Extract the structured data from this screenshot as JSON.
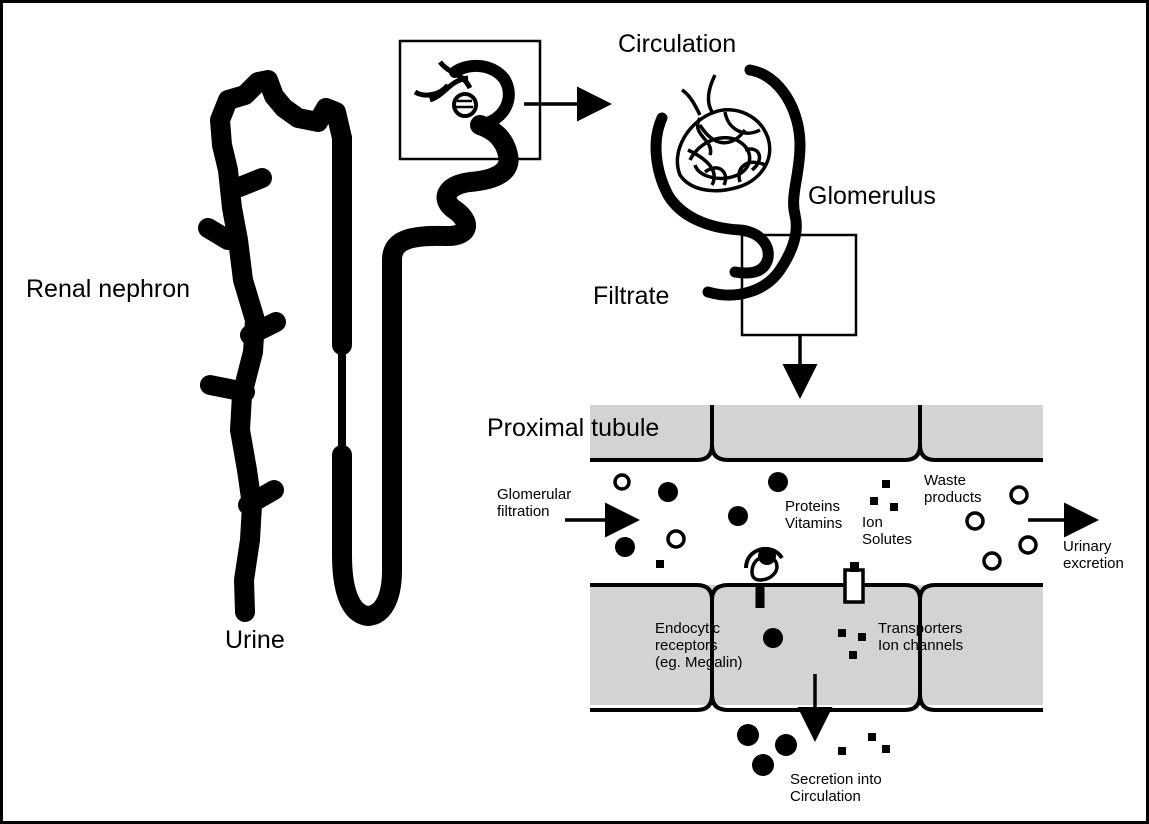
{
  "labels": {
    "circulation": "Circulation",
    "glomerulus": "Glomerulus",
    "renal_nephron": "Renal nephron",
    "filtrate": "Filtrate",
    "urine": "Urine",
    "proximal_tubule": "Proximal tubule",
    "glomerular_filtration": [
      "Glomerular",
      "filtration"
    ],
    "proteins_vitamins": [
      "Proteins",
      "Vitamins"
    ],
    "ion_solutes": [
      "Ion",
      "Solutes"
    ],
    "waste_products": [
      "Waste",
      "products"
    ],
    "urinary_excretion": [
      "Urinary",
      "excretion"
    ],
    "endocytic_receptors": [
      "Endocytic",
      "receptors",
      "(eg. Megalin)"
    ],
    "transporters": [
      "Transporters",
      "Ion channels"
    ],
    "secretion": [
      "Secretion into",
      "Circulation"
    ]
  },
  "colors": {
    "line": "#000000",
    "cell": "#d3d3d3",
    "background": "#ffffff"
  }
}
